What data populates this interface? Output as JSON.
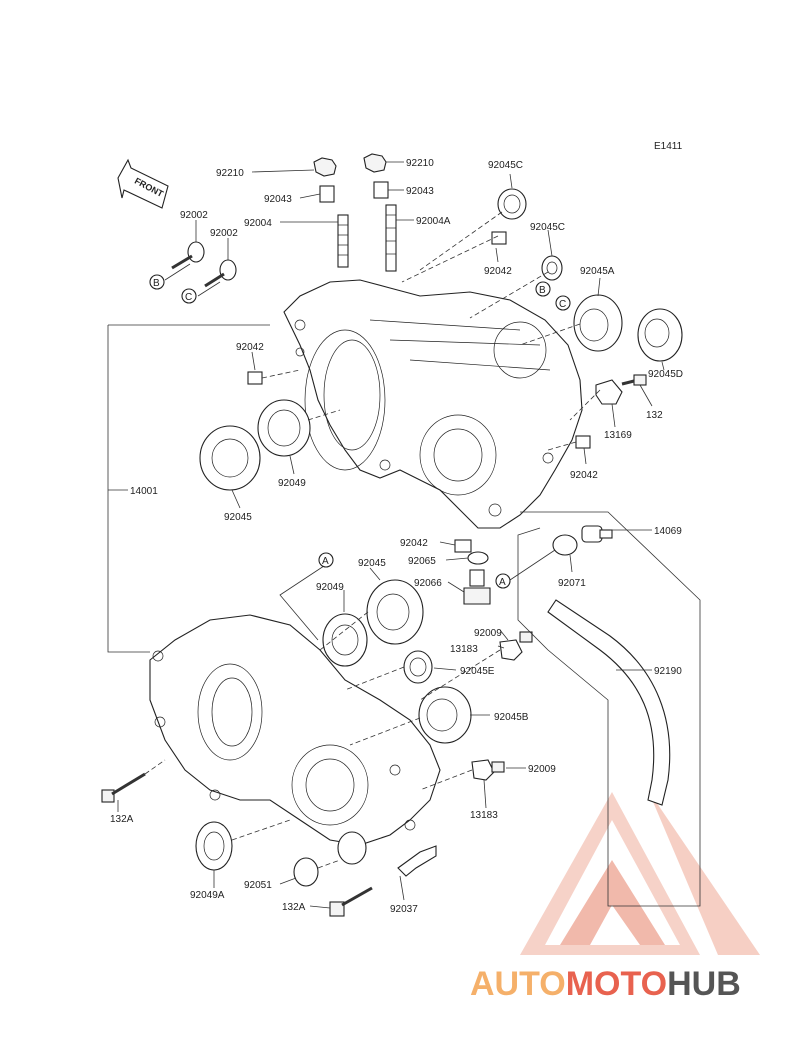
{
  "diagram_code": "E1411",
  "front_label": "FRONT",
  "watermark": {
    "part1": "AUTO",
    "part2": "MOTO",
    "part3": "HUB",
    "color1": "#f5b06a",
    "color2": "#e8624f",
    "color3": "#555555"
  },
  "callouts": {
    "a1": "A",
    "a2": "A",
    "b1": "B",
    "b2": "B",
    "c1": "C",
    "c2": "C"
  },
  "labels": {
    "l92210a": "92210",
    "l92210b": "92210",
    "l92043a": "92043",
    "l92043b": "92043",
    "l92004": "92004",
    "l92004a": "92004A",
    "l92045c1": "92045C",
    "l92045c2": "92045C",
    "l92042a": "92042",
    "l92042b": "92042",
    "l92042c": "92042",
    "l92042d": "92042",
    "l92002a": "92002",
    "l92002b": "92002",
    "l92045a": "92045A",
    "l92045d": "92045D",
    "l132": "132",
    "l13169": "13169",
    "l92049a": "92049",
    "l92045a1": "92045",
    "l14001": "14001",
    "l14069": "14069",
    "l92065": "92065",
    "l92066": "92066",
    "l92071": "92071",
    "l92049b": "92049",
    "l92045b1": "92045",
    "l92009a": "92009",
    "l13183a": "13183",
    "l92045e": "92045E",
    "l92190": "92190",
    "l92045b": "92045B",
    "l92009b": "92009",
    "l13183b": "13183",
    "l132a1": "132A",
    "l92049a2": "92049A",
    "l92051": "92051",
    "l132a2": "132A",
    "l92037": "92037"
  }
}
